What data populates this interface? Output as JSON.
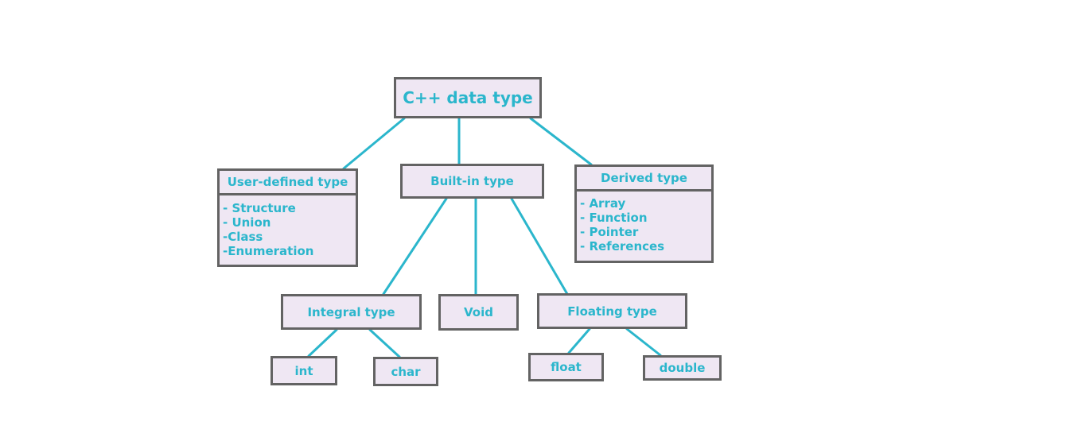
{
  "diagram": {
    "root": {
      "label": "C++ data type"
    },
    "user_defined": {
      "header": "User-defined type",
      "items": [
        "- Structure",
        "- Union",
        "-Class",
        "-Enumeration"
      ]
    },
    "built_in": {
      "label": "Built-in type"
    },
    "derived": {
      "header": "Derived type",
      "items": [
        "- Array",
        "- Function",
        "- Pointer",
        "- References"
      ]
    },
    "integral": {
      "label": "Integral type"
    },
    "void": {
      "label": "Void"
    },
    "floating": {
      "label": "Floating type"
    },
    "int": {
      "label": "int"
    },
    "char": {
      "label": "char"
    },
    "float": {
      "label": "float"
    },
    "double": {
      "label": "double"
    }
  },
  "colors": {
    "text": "#2bb6cc",
    "box_fill": "#efe7f3",
    "box_border": "#636363",
    "connector": "#2bb6cc"
  }
}
